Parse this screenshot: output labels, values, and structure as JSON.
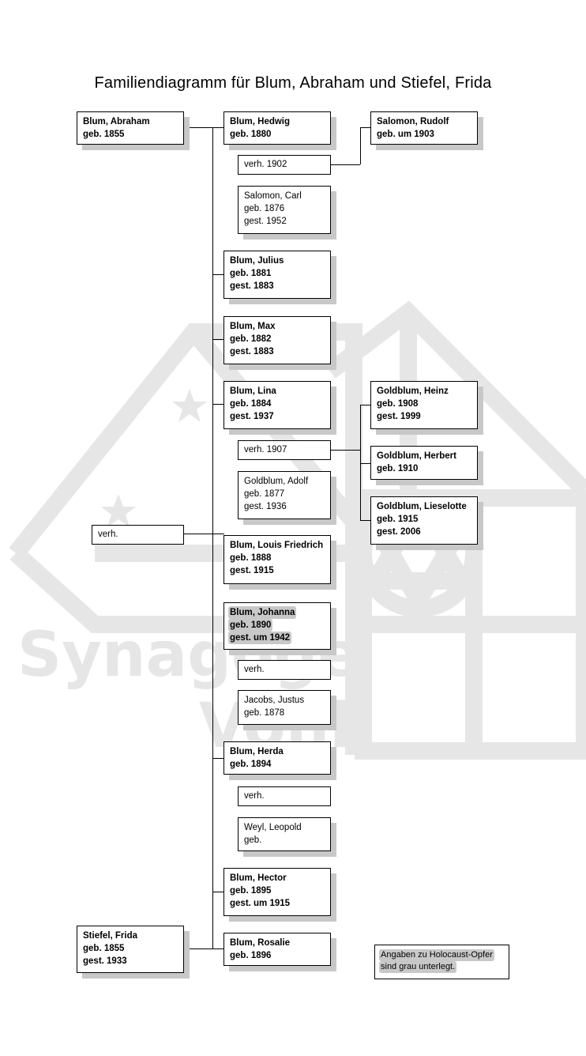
{
  "title": "Familiendiagramm für Blum, Abraham und Stiefel, Frida",
  "watermark": {
    "text_line1": "Synagoge",
    "text_line2": "Vöhl"
  },
  "parents": [
    {
      "id": "abraham",
      "lines": [
        "Blum, Abraham",
        "geb. 1855"
      ],
      "victim": false
    },
    {
      "id": "frida",
      "lines": [
        "Stiefel, Frida",
        "geb. 1855",
        "gest. 1933"
      ],
      "victim": false
    }
  ],
  "parents_marriage": "verh.",
  "children": [
    {
      "id": "hedwig",
      "lines": [
        "Blum, Hedwig",
        "geb. 1880"
      ],
      "victim": false
    },
    {
      "id": "julius",
      "lines": [
        "Blum, Julius",
        "geb. 1881",
        "gest. 1883"
      ],
      "victim": false
    },
    {
      "id": "max",
      "lines": [
        "Blum, Max",
        "geb. 1882",
        "gest. 1883"
      ],
      "victim": false
    },
    {
      "id": "lina",
      "lines": [
        "Blum, Lina",
        "geb. 1884",
        "gest. 1937"
      ],
      "victim": false
    },
    {
      "id": "louis",
      "lines": [
        "Blum, Louis Friedrich",
        "geb. 1888",
        "gest. 1915"
      ],
      "victim": false
    },
    {
      "id": "johanna",
      "lines": [
        "Blum, Johanna",
        "geb. 1890",
        "gest. um 1942"
      ],
      "victim": true
    },
    {
      "id": "herda",
      "lines": [
        "Blum, Herda",
        "geb. 1894"
      ],
      "victim": false
    },
    {
      "id": "hector",
      "lines": [
        "Blum, Hector",
        "geb. 1895",
        "gest. um 1915"
      ],
      "victim": false
    },
    {
      "id": "rosalie",
      "lines": [
        "Blum, Rosalie",
        "geb. 1896"
      ],
      "victim": false
    }
  ],
  "marriages": [
    {
      "id": "hedwig-m",
      "label": "verh. 1902"
    },
    {
      "id": "lina-m",
      "label": "verh. 1907"
    },
    {
      "id": "johanna-m",
      "label": "verh."
    },
    {
      "id": "herda-m",
      "label": "verh."
    }
  ],
  "spouses": [
    {
      "id": "carl",
      "lines": [
        "Salomon, Carl",
        "geb. 1876",
        "gest. 1952"
      ]
    },
    {
      "id": "adolf",
      "lines": [
        "Goldblum, Adolf",
        "geb. 1877",
        "gest. 1936"
      ]
    },
    {
      "id": "justus",
      "lines": [
        "Jacobs, Justus",
        "geb. 1878"
      ]
    },
    {
      "id": "leopold",
      "lines": [
        "Weyl, Leopold",
        "geb."
      ]
    }
  ],
  "grandchildren": [
    {
      "id": "rudolf",
      "lines": [
        "Salomon, Rudolf",
        "geb. um 1903"
      ],
      "victim": false
    },
    {
      "id": "heinz",
      "lines": [
        "Goldblum, Heinz",
        "geb. 1908",
        "gest. 1999"
      ],
      "victim": false
    },
    {
      "id": "herbert",
      "lines": [
        "Goldblum, Herbert",
        "geb. 1910"
      ],
      "victim": false
    },
    {
      "id": "lieselotte",
      "lines": [
        "Goldblum, Lieselotte",
        "geb. 1915",
        "gest. 2006"
      ],
      "victim": false
    }
  ],
  "legend": {
    "lines": [
      "Angaben zu Holocaust-Opfer",
      "sind grau unterlegt."
    ]
  },
  "colors": {
    "shadow": "#c8c8c8",
    "victim_highlight": "#c8c8c8",
    "watermark": "#e6e6e6",
    "line": "#000000"
  }
}
